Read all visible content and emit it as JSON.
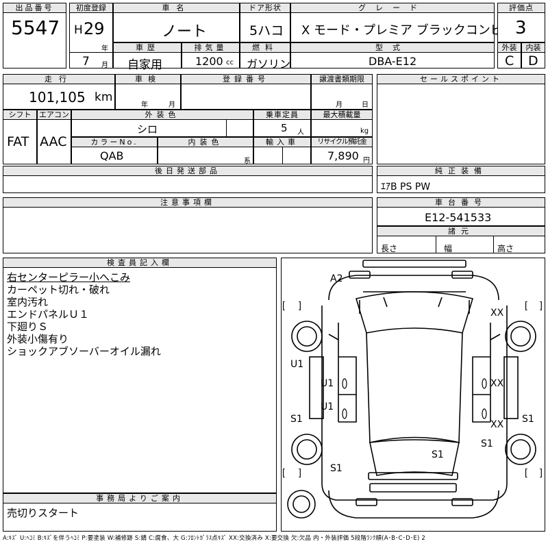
{
  "sheet": {
    "lot_number_label": "出品番号",
    "lot_number": "5547",
    "first_reg_label": "初度登録",
    "era": "H",
    "year": "29",
    "year_unit": "年",
    "month": "7",
    "month_unit": "月",
    "car_name_label": "車名",
    "car_name": "ノート",
    "door_label": "ドア形状",
    "door": "5ハコ",
    "grade_label": "グレード",
    "grade": "X モード・プレミア ブラックコンビ",
    "rating_label": "評価点",
    "rating": "3",
    "history_label": "車歴",
    "history": "自家用",
    "displacement_label": "排気量",
    "displacement": "1200",
    "displacement_unit": "cc",
    "fuel_label": "燃料",
    "fuel": "ガソリン",
    "model_label": "型式",
    "model": "DBA-E12",
    "exterior_grade_label": "外装",
    "exterior_grade": "C",
    "interior_grade_label": "内装",
    "interior_grade": "D",
    "mileage_label": "走行",
    "mileage": "101,105",
    "mileage_unit": "km",
    "inspection_label": "車検",
    "inspection_year_unit": "年",
    "inspection_month_unit": "月",
    "reg_number_label": "登録番号",
    "transfer_label": "譲渡書類期限",
    "transfer_month_unit": "月",
    "transfer_day_unit": "日",
    "sales_point_label": "セールスポイント",
    "shift_label": "シフト",
    "shift": "FAT",
    "aircon_label": "エアコン",
    "aircon": "AAC",
    "ext_color_label": "外装色",
    "ext_color": "シロ",
    "capacity_label": "乗車定員",
    "capacity": "5",
    "capacity_unit": "人",
    "max_load_label": "最大積載量",
    "max_load_unit": "kg",
    "color_no_label": "カラーNo.",
    "color_no": "QAB",
    "int_color_label": "内装色",
    "int_color_unit": "系",
    "import_label": "輸入車",
    "recycle_label": "リサイクル預託金",
    "recycle": "7,890",
    "recycle_unit": "円",
    "later_parts_label": "後日発送部品",
    "genuine_label": "純正装備",
    "genuine": "ｴｱB PS PW",
    "notes_label": "注意事項欄",
    "chassis_label": "車台番号",
    "chassis": "E12-541533",
    "specs_label": "諸元",
    "length_label": "長さ",
    "width_label": "幅",
    "height_label": "高さ",
    "inspector_label": "検査員記入欄",
    "inspector_notes": [
      "右センターピラー小へこみ",
      "カーペット切れ・破れ",
      "室内汚れ",
      "エンドパネルＵ１",
      "下廻りＳ",
      "外装小傷有り",
      "ショックアブソーバーオイル漏れ"
    ],
    "office_label": "事務局よりご案内",
    "office_note": "売切りスタート",
    "legend": "A:ｷｽﾞ U:ﾍｺﾐ B:ｷｽﾞを伴うﾍｺﾐ P:要塗装 W:補修跡 S:錆 C:腐食、大 G:ﾌﾛﾝﾄｶﾞﾗｽ点ｷｽﾞ XX:交換済み X:要交換 欠:欠品 内・外装評価 5段階ﾗﾝｸ順(A･B･C･D･E) 2"
  },
  "diagram": {
    "marks": [
      {
        "id": "a2",
        "text": "A2"
      },
      {
        "id": "xx-rf",
        "text": "XX"
      },
      {
        "id": "u1-left",
        "text": "U1"
      },
      {
        "id": "u1-door1",
        "text": "U1"
      },
      {
        "id": "u1-door2",
        "text": "U1"
      },
      {
        "id": "xx-door1",
        "text": "XX"
      },
      {
        "id": "xx-door2",
        "text": "XX"
      },
      {
        "id": "s1-left",
        "text": "S1"
      },
      {
        "id": "s1-right",
        "text": "S1"
      },
      {
        "id": "s1-rr",
        "text": "S1"
      },
      {
        "id": "s1-floor",
        "text": "S1"
      },
      {
        "id": "s1-bottom",
        "text": "S1"
      }
    ]
  }
}
